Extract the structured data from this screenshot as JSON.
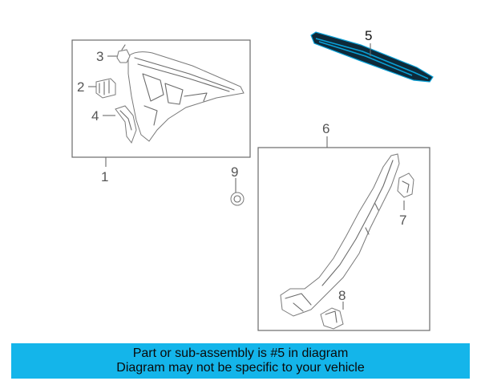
{
  "callouts": {
    "c1": "1",
    "c2": "2",
    "c3": "3",
    "c4": "4",
    "c5": "5",
    "c6": "6",
    "c7": "7",
    "c8": "8",
    "c9": "9"
  },
  "banner": {
    "line1": "Part or sub-assembly is #5 in diagram",
    "line2": "Diagram may not be specific to your vehicle"
  },
  "colors": {
    "highlight": "#0aa0d6",
    "banner_bg": "#14b5ea"
  }
}
